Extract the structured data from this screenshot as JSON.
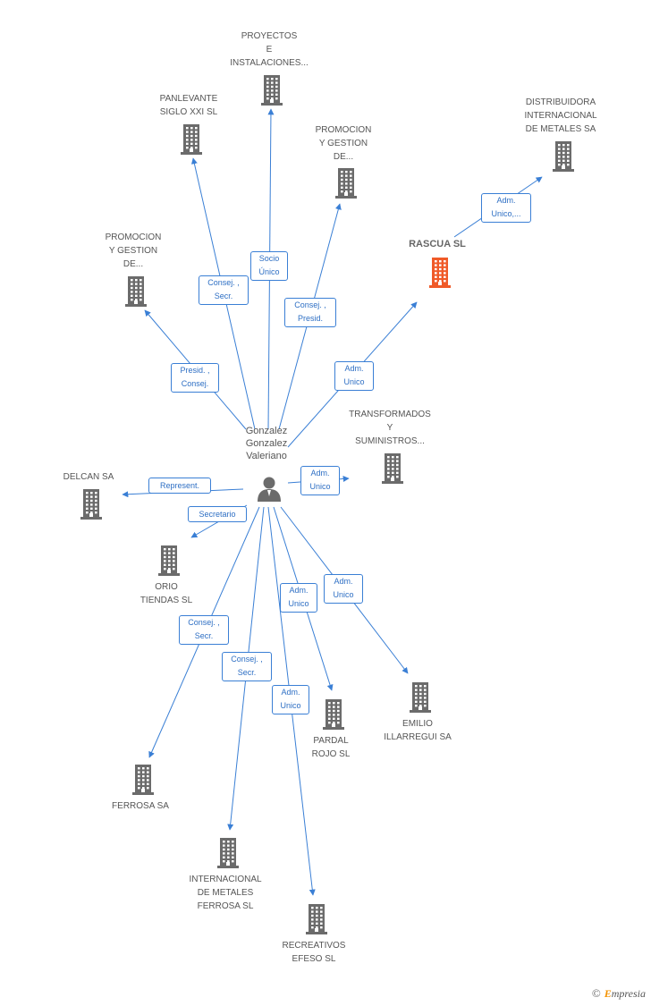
{
  "person": {
    "name": "Gonzalez\nGonzalez\nValeriano"
  },
  "nodes": {
    "proyectos": "PROYECTOS\nE\nINSTALACIONES...",
    "panlevante": "PANLEVANTE\nSIGLO XXI SL",
    "promocion_top": "PROMOCION\nY GESTION\nDE...",
    "distribuidora": "DISTRIBUIDORA\nINTERNACIONAL\nDE METALES SA",
    "rascua": "RASCUA SL",
    "promocion_left": "PROMOCION\nY GESTION\nDE...",
    "transformados": "TRANSFORMADOS\nY\nSUMINISTROS...",
    "delcan": "DELCAN SA",
    "orio": "ORIO\nTIENDAS SL",
    "emilio": "EMILIO\nILLARREGUI SA",
    "pardal": "PARDAL\nROJO SL",
    "ferrosa": "FERROSA SA",
    "internacional": "INTERNACIONAL\nDE METALES\nFERROSA SL",
    "recreativos": "RECREATIVOS\nEFESO SL"
  },
  "relations": {
    "socio_unico": "Socio\nÚnico",
    "consej_secr_panlevante": "Consej. ,\nSecr.",
    "consej_presid": "Consej. ,\nPresid.",
    "presid_consej": "Presid. ,\nConsej.",
    "adm_unico_rascua": "Adm.\nUnico",
    "adm_unico_distribuidora": "Adm.\nUnico,...",
    "adm_unico_transformados": "Adm.\nUnico",
    "represent": "Represent.",
    "secretario": "Secretario",
    "adm_unico_emilio": "Adm.\nUnico",
    "adm_unico_pardal": "Adm.\nUnico",
    "consej_secr_ferrosa": "Consej. ,\nSecr.",
    "consej_secr_internacional": "Consej. ,\nSecr.",
    "adm_unico_recreativos": "Adm.\nUnico"
  },
  "colors": {
    "edge": "#3a7fd5",
    "building": "#6b6b6b",
    "building_highlight": "#f05a28"
  },
  "footer": {
    "copyright": "©",
    "brand_first": "E",
    "brand_rest": "mpresia"
  }
}
